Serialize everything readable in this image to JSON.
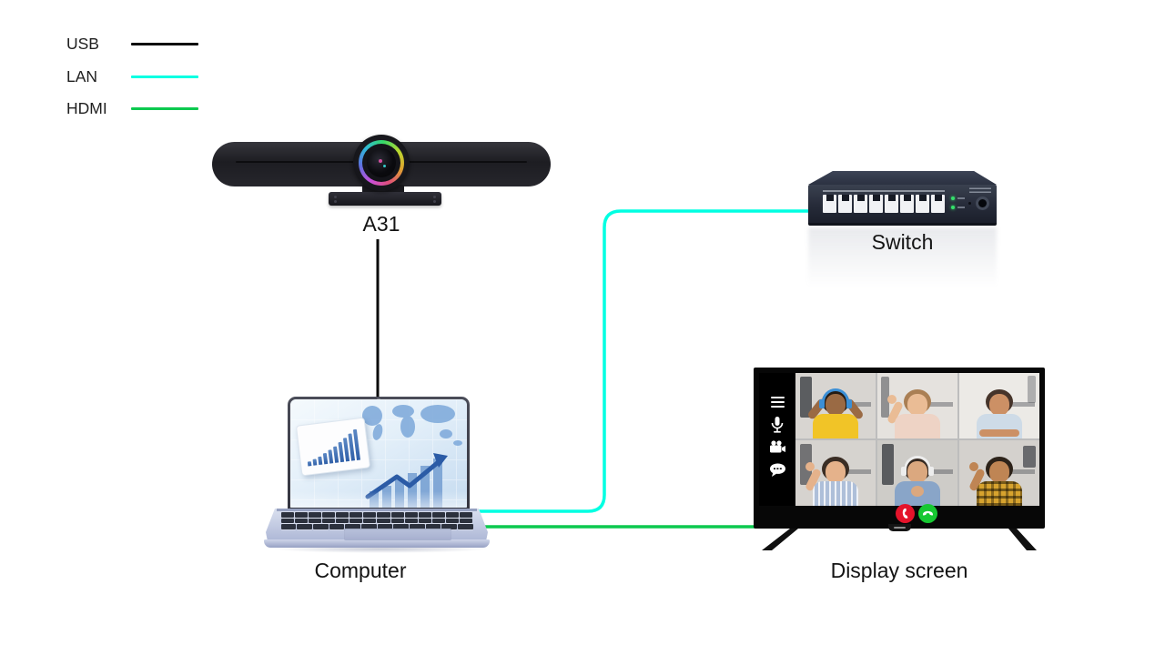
{
  "page": {
    "type": "connection-diagram",
    "background": "#ffffff"
  },
  "legend": {
    "items": [
      {
        "label": "USB",
        "color": "#0a0a0a"
      },
      {
        "label": "LAN",
        "color": "#00ffe2"
      },
      {
        "label": "HDMI",
        "color": "#0cc94f"
      }
    ]
  },
  "connections": [
    {
      "from": "A31",
      "to": "Computer",
      "type": "USB",
      "color": "#0a0a0a"
    },
    {
      "from": "Computer",
      "to": "Switch",
      "type": "LAN",
      "color": "#00ffe2"
    },
    {
      "from": "Computer",
      "to": "Display screen",
      "type": "HDMI",
      "color": "#0cc94f"
    }
  ],
  "devices": {
    "camera": {
      "label": "A31",
      "type": "video-conference-bar",
      "ring_colors": [
        "#c94fd9",
        "#5f6fe0",
        "#2fb9d9",
        "#35d96a",
        "#b8d92f",
        "#e0a22f"
      ]
    },
    "switch": {
      "label": "Switch",
      "port_count": 8,
      "led_count": 2,
      "led_color": "#35e06b"
    },
    "computer": {
      "label": "Computer",
      "screen_theme": "business-charts-blue",
      "chart_color": "#2f5fa8"
    },
    "display": {
      "label": "Display screen",
      "sidebar_icons": [
        "menu-icon",
        "microphone-icon",
        "video-camera-icon",
        "chat-icon"
      ],
      "call_buttons": [
        {
          "name": "end-call-button",
          "color": "#e4132a"
        },
        {
          "name": "answer-call-button",
          "color": "#17c832"
        }
      ],
      "participants": [
        {
          "id": "p1",
          "bg": "#d8d5d1",
          "shirt": "#f1c427",
          "skin": "#9a6a44",
          "hair": "#241b14",
          "headphones": "#3b8fd6",
          "pose": "hands-up",
          "pattern": "solid"
        },
        {
          "id": "p2",
          "bg": "#e5e2de",
          "shirt": "#eed3c5",
          "skin": "#eabc95",
          "hair": "#aa7f54",
          "headphones": "",
          "pose": "wave",
          "pattern": "solid"
        },
        {
          "id": "p3",
          "bg": "#eceae6",
          "shirt": "#cedbe7",
          "skin": "#cc9065",
          "hair": "#46342a",
          "headphones": "",
          "pose": "lean",
          "pattern": "solid"
        },
        {
          "id": "p4",
          "bg": "#d6d3cf",
          "shirt": "#aebfd9",
          "skin": "#e5b28b",
          "hair": "#3a2d24",
          "headphones": "",
          "pose": "wave",
          "pattern": "stripes"
        },
        {
          "id": "p5",
          "bg": "#ceccc8",
          "shirt": "#89a5c8",
          "skin": "#dba87f",
          "hair": "#362a22",
          "headphones": "#ededed",
          "pose": "clasp",
          "pattern": "solid"
        },
        {
          "id": "p6",
          "bg": "#d4d1cd",
          "shirt": "#d7a32e",
          "skin": "#bf8554",
          "hair": "#2c2219",
          "headphones": "",
          "pose": "wave",
          "pattern": "plaid"
        }
      ]
    }
  }
}
